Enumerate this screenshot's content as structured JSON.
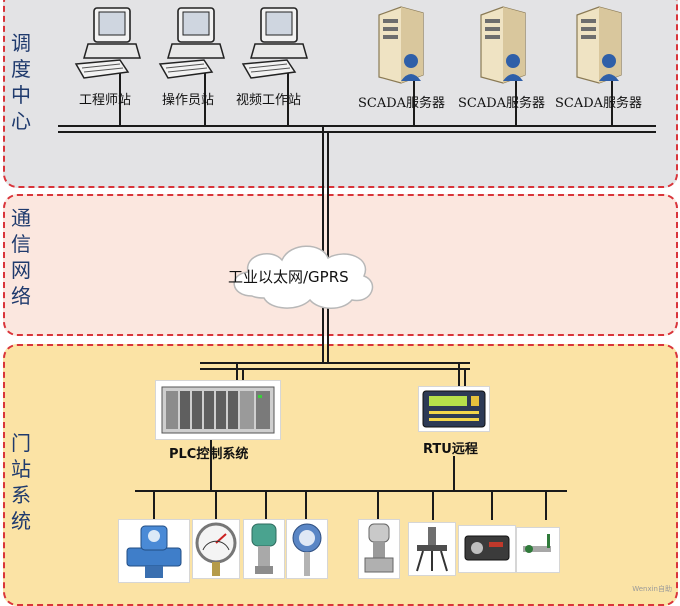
{
  "zones": {
    "dispatch": "调度中心",
    "network": "通信网络",
    "station": "门站系统"
  },
  "workstations": [
    {
      "label": "工程师站",
      "icon": "workstation-computer-icon"
    },
    {
      "label": "操作员站",
      "icon": "workstation-computer-icon"
    },
    {
      "label": "视频工作站",
      "icon": "workstation-computer-icon"
    }
  ],
  "servers": [
    {
      "label": "SCADA服务器",
      "icon": "server-tower-icon"
    },
    {
      "label": "SCADA服务器",
      "icon": "server-tower-icon"
    },
    {
      "label": "SCADA服务器",
      "icon": "server-tower-icon"
    }
  ],
  "network": {
    "cloud_label": "工业以太网/GPRS",
    "icon": "cloud-icon"
  },
  "controllers": {
    "plc_label": "PLC控制系统",
    "rtu_label": "RTU远程",
    "plc_icon": "plc-rack-icon",
    "rtu_icon": "rtu-panel-icon"
  },
  "field_devices": [
    {
      "name": "flow-meter-icon"
    },
    {
      "name": "pressure-gauge-icon"
    },
    {
      "name": "pressure-transmitter-icon"
    },
    {
      "name": "temperature-transmitter-icon"
    },
    {
      "name": "differential-pressure-transmitter-icon"
    },
    {
      "name": "gas-detector-icon"
    },
    {
      "name": "valve-actuator-icon"
    },
    {
      "name": "wireless-sensor-icon"
    }
  ],
  "watermark": "Wenxin自助",
  "colors": {
    "zone_border": "#d9343a",
    "dispatch_bg": "#e3e3e5",
    "network_bg": "#fbe7df",
    "station_bg": "#fbe3a5",
    "zone_label": "#1f3a6d"
  }
}
